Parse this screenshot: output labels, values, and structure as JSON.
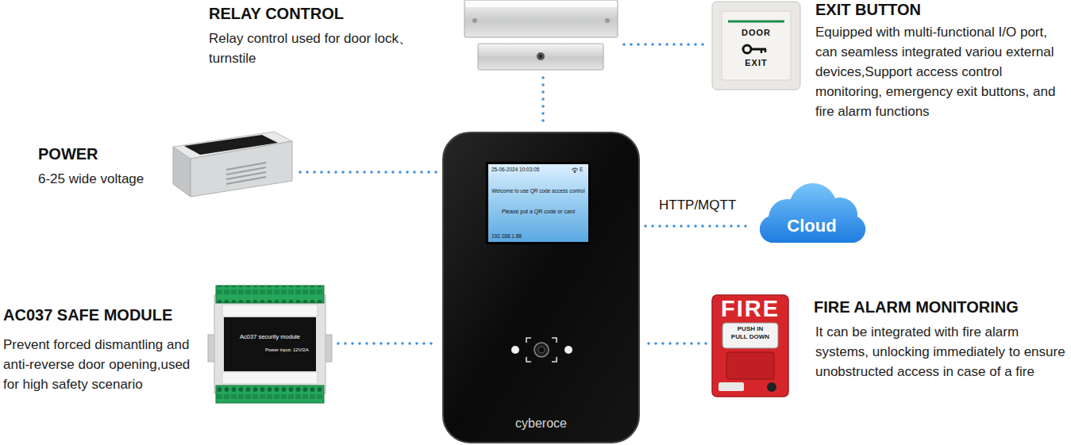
{
  "diagram": {
    "nodes": [
      {
        "text": [
          "RELAY CONTROL",
          "Relay control used for door lock、turnstile"
        ]
      },
      {
        "text": [
          "DOOR",
          "EXIT",
          "EXIT BUTTON",
          "Equipped with multi-functional I/O port, can seamless integrated variou external devices,Support access control monitoring, emergency exit buttons, and fire alarm functions"
        ]
      },
      {
        "text": [
          "POWER",
          "6-25 wide voltage"
        ]
      },
      {
        "text": [
          "cyberoce"
        ]
      },
      {
        "text": [
          "25-06-2024 10:03:05",
          "E",
          "Welcome to use QR code access control",
          "Please put a QR code or card",
          "192.168.1.88"
        ],
        "in": 3
      },
      {
        "text": [
          "Cloud"
        ]
      },
      {
        "text": [
          "Ac037 security module",
          "Power input: 12V/2A",
          "AC037 SAFE MODULE",
          "Prevent forced dismantling and anti-reverse door opening,used for high safety scenario"
        ]
      },
      {
        "text": [
          "FIRE",
          "PUSH IN PULL DOWN",
          "FIRE ALARM MONITORING",
          "It can be integrated with fire alarm systems, unlocking immediately to ensure unobstructed access in case of a fire"
        ]
      }
    ],
    "edges": [
      {
        "from": 0,
        "to": 1,
        "arrow": "none"
      },
      {
        "from": 0,
        "to": 3,
        "arrow": "none"
      },
      {
        "from": 2,
        "to": 3,
        "arrow": "none"
      },
      {
        "from": 3,
        "to": 5,
        "label": "HTTP/MQTT",
        "arrow": "none"
      },
      {
        "from": 6,
        "to": 3,
        "arrow": "none"
      },
      {
        "from": 7,
        "to": 3,
        "arrow": "none"
      }
    ]
  }
}
